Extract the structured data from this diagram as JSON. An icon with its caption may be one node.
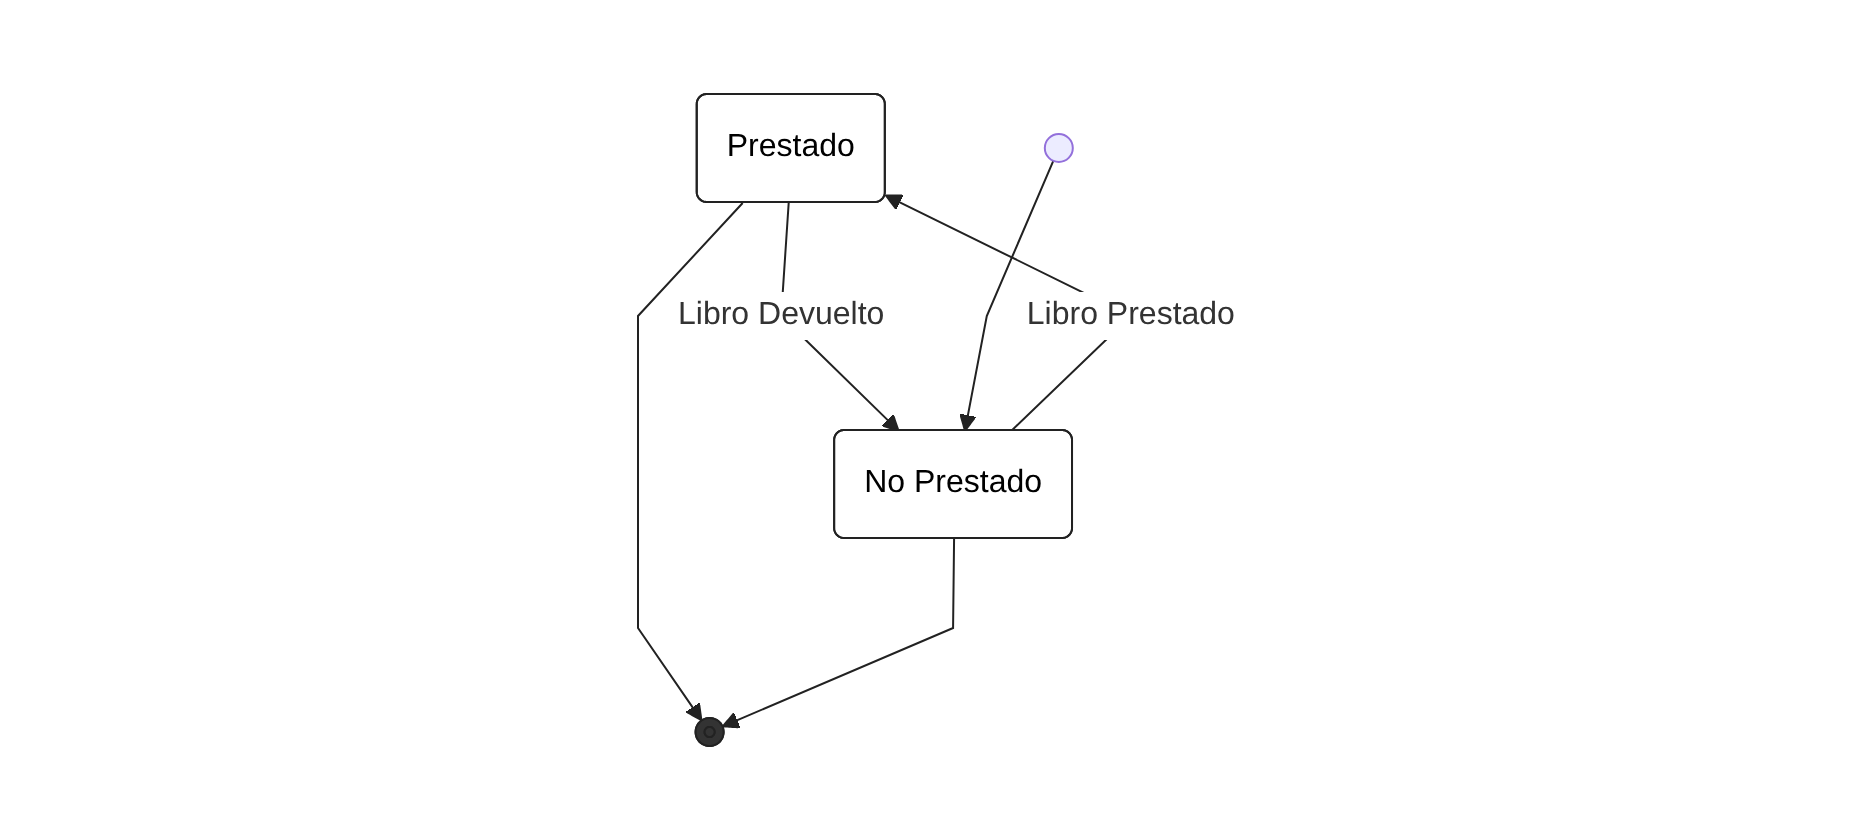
{
  "diagram": {
    "nodes": [
      {
        "text": [
          "Prestado"
        ]
      },
      {
        "text": [],
        "shape": "circle"
      },
      {
        "text": [],
        "shape": "circle"
      },
      {
        "text": [
          "No Prestado"
        ]
      }
    ],
    "edges": [
      {
        "from": 3,
        "to": 0,
        "arrow": "to",
        "label": "Libro Prestado"
      },
      {
        "from": 0,
        "to": 3,
        "arrow": "to",
        "label": "Libro Devuelto"
      },
      {
        "from": 0,
        "to": 1,
        "arrow": "to"
      },
      {
        "from": 2,
        "to": 3,
        "arrow": "to"
      },
      {
        "from": 3,
        "to": 1,
        "arrow": "to"
      }
    ]
  }
}
